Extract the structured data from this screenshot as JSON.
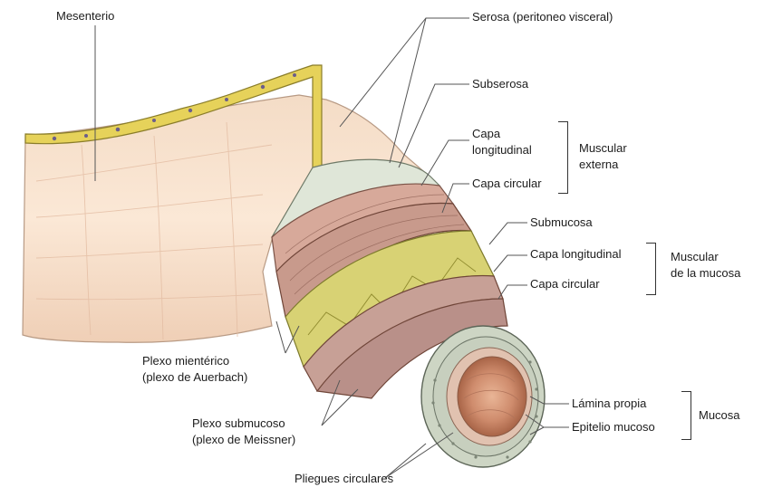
{
  "labels": {
    "mesenterio": "Mesenterio",
    "serosa": "Serosa (peritoneo visceral)",
    "subserosa": "Subserosa",
    "capa_longitudinal_1": "Capa",
    "capa_longitudinal_2": "longitudinal",
    "capa_circular": "Capa circular",
    "muscular_externa_1": "Muscular",
    "muscular_externa_2": "externa",
    "submucosa": "Submucosa",
    "mm_capa_longitudinal": "Capa longitudinal",
    "mm_capa_circular": "Capa circular",
    "muscular_mucosa_1": "Muscular",
    "muscular_mucosa_2": "de la mucosa",
    "plexo_mienterico_1": "Plexo mientérico",
    "plexo_mienterico_2": "(plexo de Auerbach)",
    "plexo_submucoso_1": "Plexo submucoso",
    "plexo_submucoso_2": "(plexo de Meissner)",
    "lamina_propia": "Lámina propia",
    "epitelio_mucoso": "Epitelio mucoso",
    "mucosa": "Mucosa",
    "pliegues_circulares": "Pliegues circulares"
  },
  "colors": {
    "intestine_wall": "#f6dcc4",
    "mesentery_fat": "#e6d25a",
    "muscle": "#c89a8c",
    "submucosa": "#d8d274",
    "mucosa_ring": "#c7cfbe",
    "lumen": "#c9876a",
    "leader_line": "#555555"
  }
}
